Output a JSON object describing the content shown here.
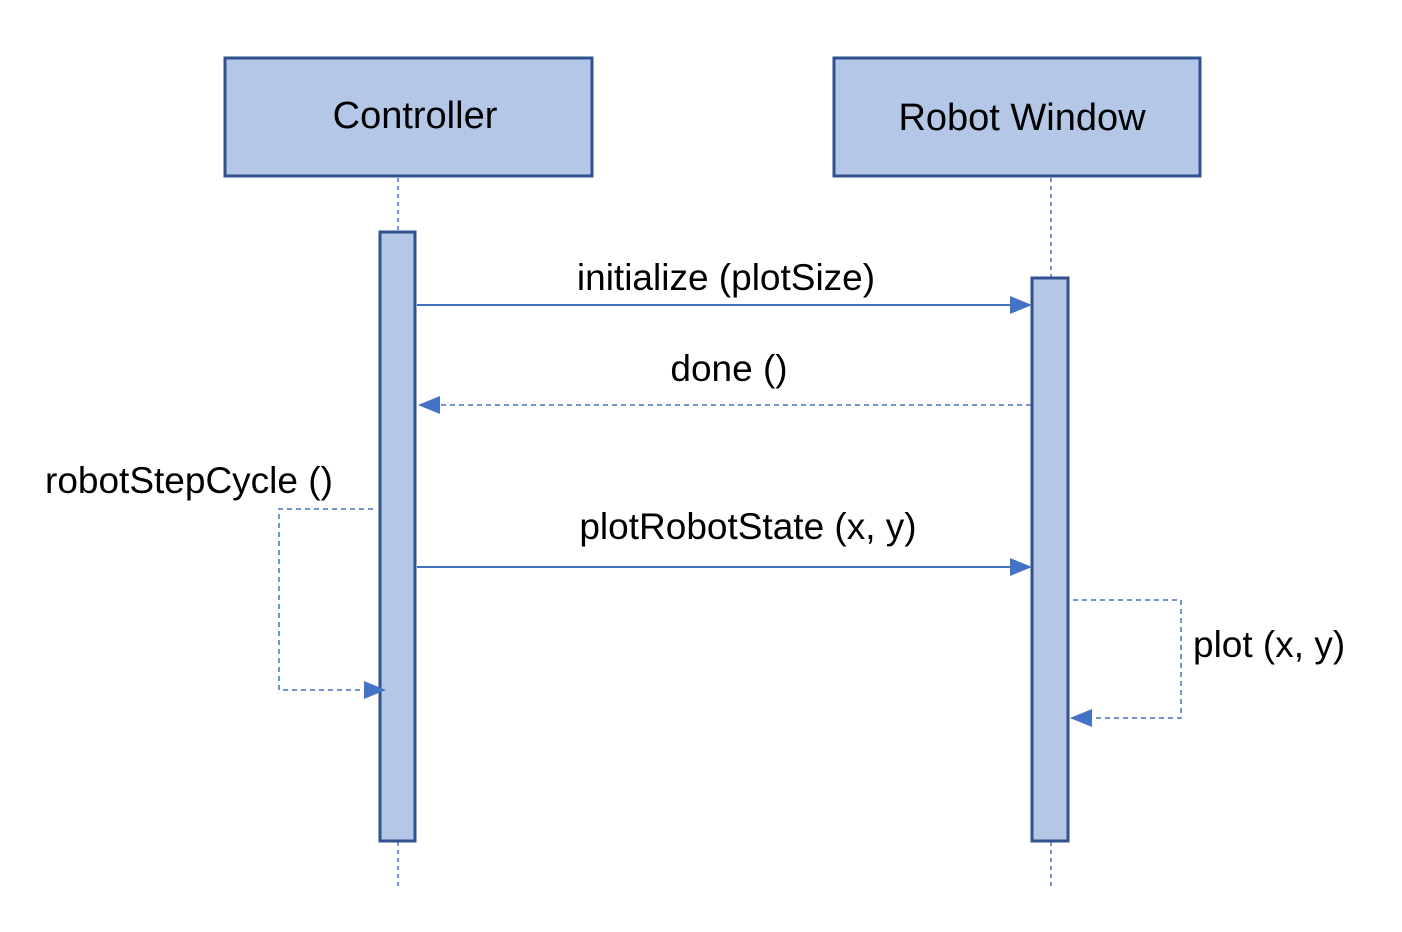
{
  "participants": {
    "controller": "Controller",
    "robot_window": "Robot Window"
  },
  "messages": {
    "initialize": "initialize (plotSize)",
    "done": "done ()",
    "robot_step_cycle": "robotStepCycle ()",
    "plot_robot_state": "plotRobotState (x, y)",
    "plot": "plot (x, y)"
  },
  "colors": {
    "box_fill": "#b4c7e7",
    "box_stroke": "#2f528f",
    "line": "#4472c4"
  }
}
